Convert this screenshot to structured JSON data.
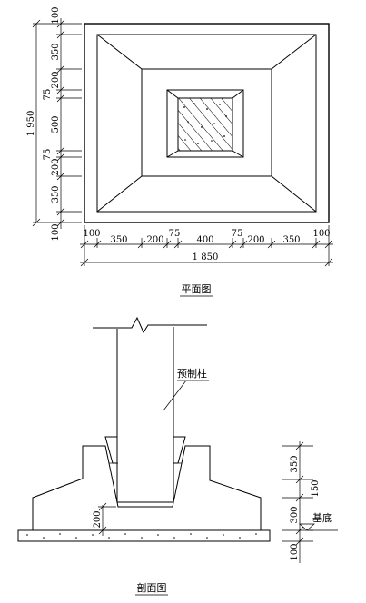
{
  "plan": {
    "caption": "平面图",
    "vertical_dims": [
      "100",
      "350",
      "200",
      "75",
      "500",
      "75",
      "200",
      "350",
      "100"
    ],
    "vertical_total": "1 950",
    "horizontal_dims": [
      "100",
      "350",
      "200",
      "75",
      "400",
      "75",
      "200",
      "350",
      "100"
    ],
    "horizontal_total": "1 850"
  },
  "section": {
    "caption": "剖面图",
    "column_label": "预制柱",
    "right_dims": [
      "350",
      "150",
      "300",
      "100"
    ],
    "cup_depth_dim": "200",
    "base_label": "基底"
  }
}
